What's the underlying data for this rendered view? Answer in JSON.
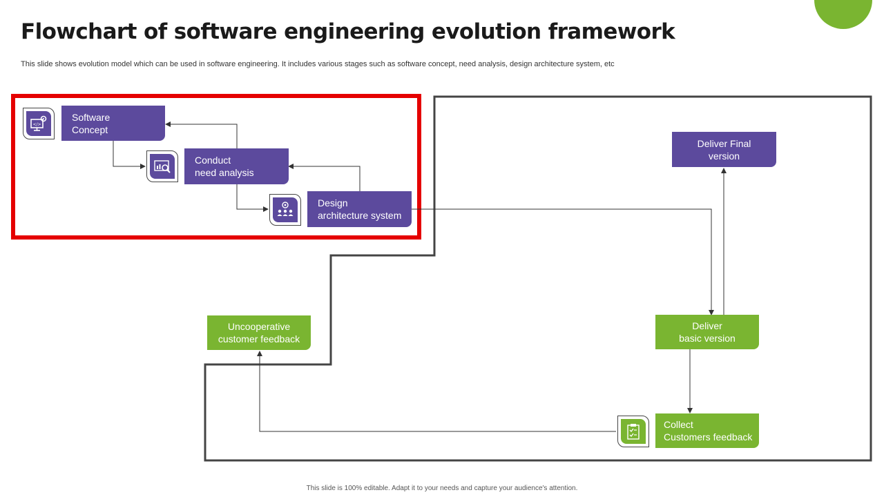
{
  "header": {
    "title": "Flowchart of software engineering evolution framework",
    "subtitle": "This slide shows evolution model which can be used in software engineering. It includes various stages such as software concept, need analysis, design architecture system, etc"
  },
  "footer": {
    "note": "This slide is 100% editable. Adapt it to your needs and capture your audience's attention."
  },
  "colors": {
    "purple": "#5c4a9d",
    "green": "#7ab531",
    "highlight_red": "#e50000",
    "outline": "#444444"
  },
  "nodes": {
    "software_concept": "Software\nConcept",
    "need_analysis": "Conduct\nneed analysis",
    "design_architecture": "Design\narchitecture system",
    "deliver_final": "Deliver Final\nversion",
    "deliver_basic": "Deliver\nbasic version",
    "collect_feedback": "Collect\nCustomers feedback",
    "uncooperative_feedback": "Uncooperative\ncustomer feedback"
  },
  "icons": {
    "software_concept": "monitor-gear-icon",
    "need_analysis": "chart-magnifier-icon",
    "design_architecture": "team-target-icon",
    "collect_feedback": "clipboard-checklist-icon"
  }
}
